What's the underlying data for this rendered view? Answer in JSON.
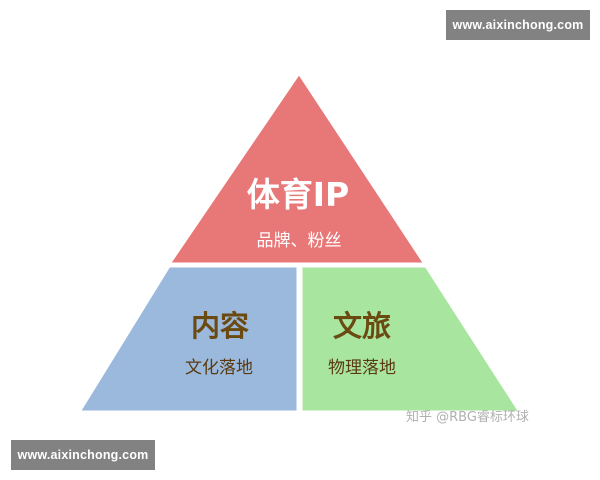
{
  "diagram": {
    "top": {
      "title": "体育IP",
      "subtitle": "品牌、粉丝",
      "color": "#e87878"
    },
    "bottom_left": {
      "title": "内容",
      "subtitle": "文化落地",
      "color": "#9ab9dc"
    },
    "bottom_right": {
      "title": "文旅",
      "subtitle": "物理落地",
      "color": "#a8e6a0"
    },
    "title_colors": {
      "top": "#ffffff",
      "bottom": "#6b4a12"
    },
    "subtitle_colors": {
      "top": "#ffffff",
      "bottom": "#5a3a10"
    }
  },
  "watermarks": {
    "top_right": "www.aixinchong.com",
    "bottom_left": "www.aixinchong.com",
    "source_credit": "知乎 @RBG睿标环球"
  }
}
